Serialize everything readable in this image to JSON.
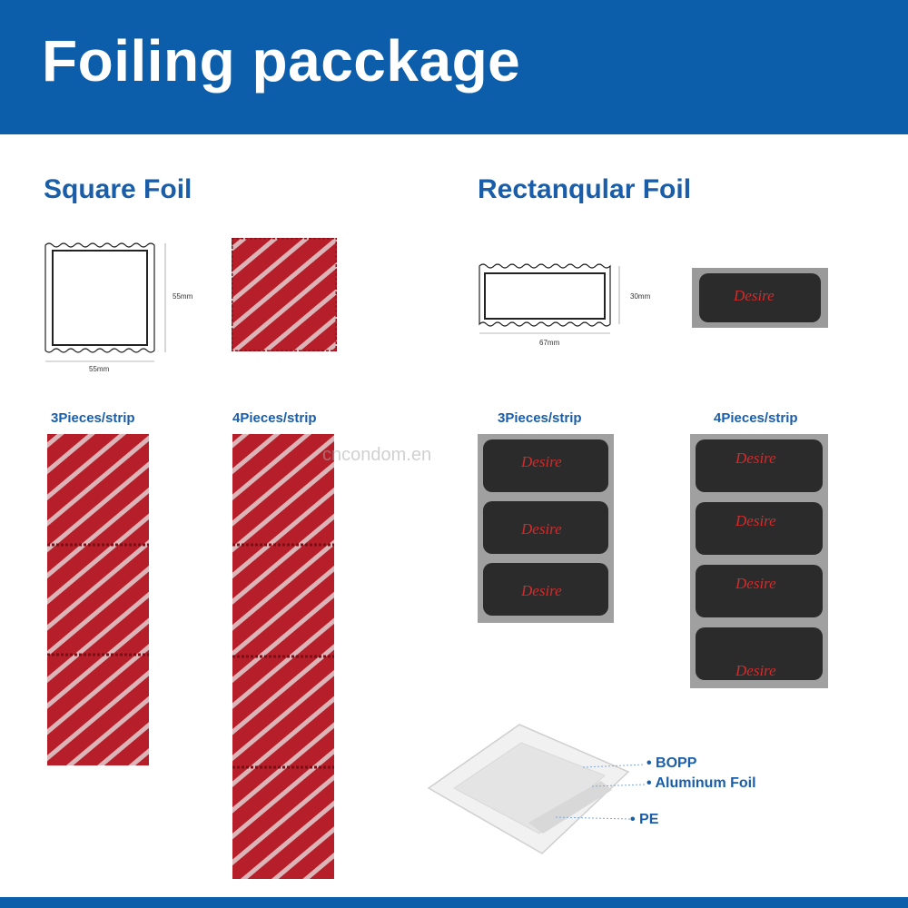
{
  "header": {
    "title": "Foiling pacckage"
  },
  "square": {
    "title": "Square Foil",
    "width_label": "55mm",
    "height_label": "55mm",
    "strip3_label": "3Pieces/strip",
    "strip4_label": "4Pieces/strip"
  },
  "rect": {
    "title": "Rectanqular Foil",
    "width_label": "67mm",
    "height_label": "30mm",
    "strip3_label": "3Pieces/strip",
    "strip4_label": "4Pieces/strip",
    "brand_text": "Desire"
  },
  "layers": [
    "BOPP",
    "Aluminum Foil",
    "PE"
  ],
  "watermark": "cncondom.en",
  "colors": {
    "accent": "#0d5eaa",
    "foil_red": "#b61f2a",
    "foil_black": "#2b2b2b",
    "brand_red": "#d42a2a"
  }
}
